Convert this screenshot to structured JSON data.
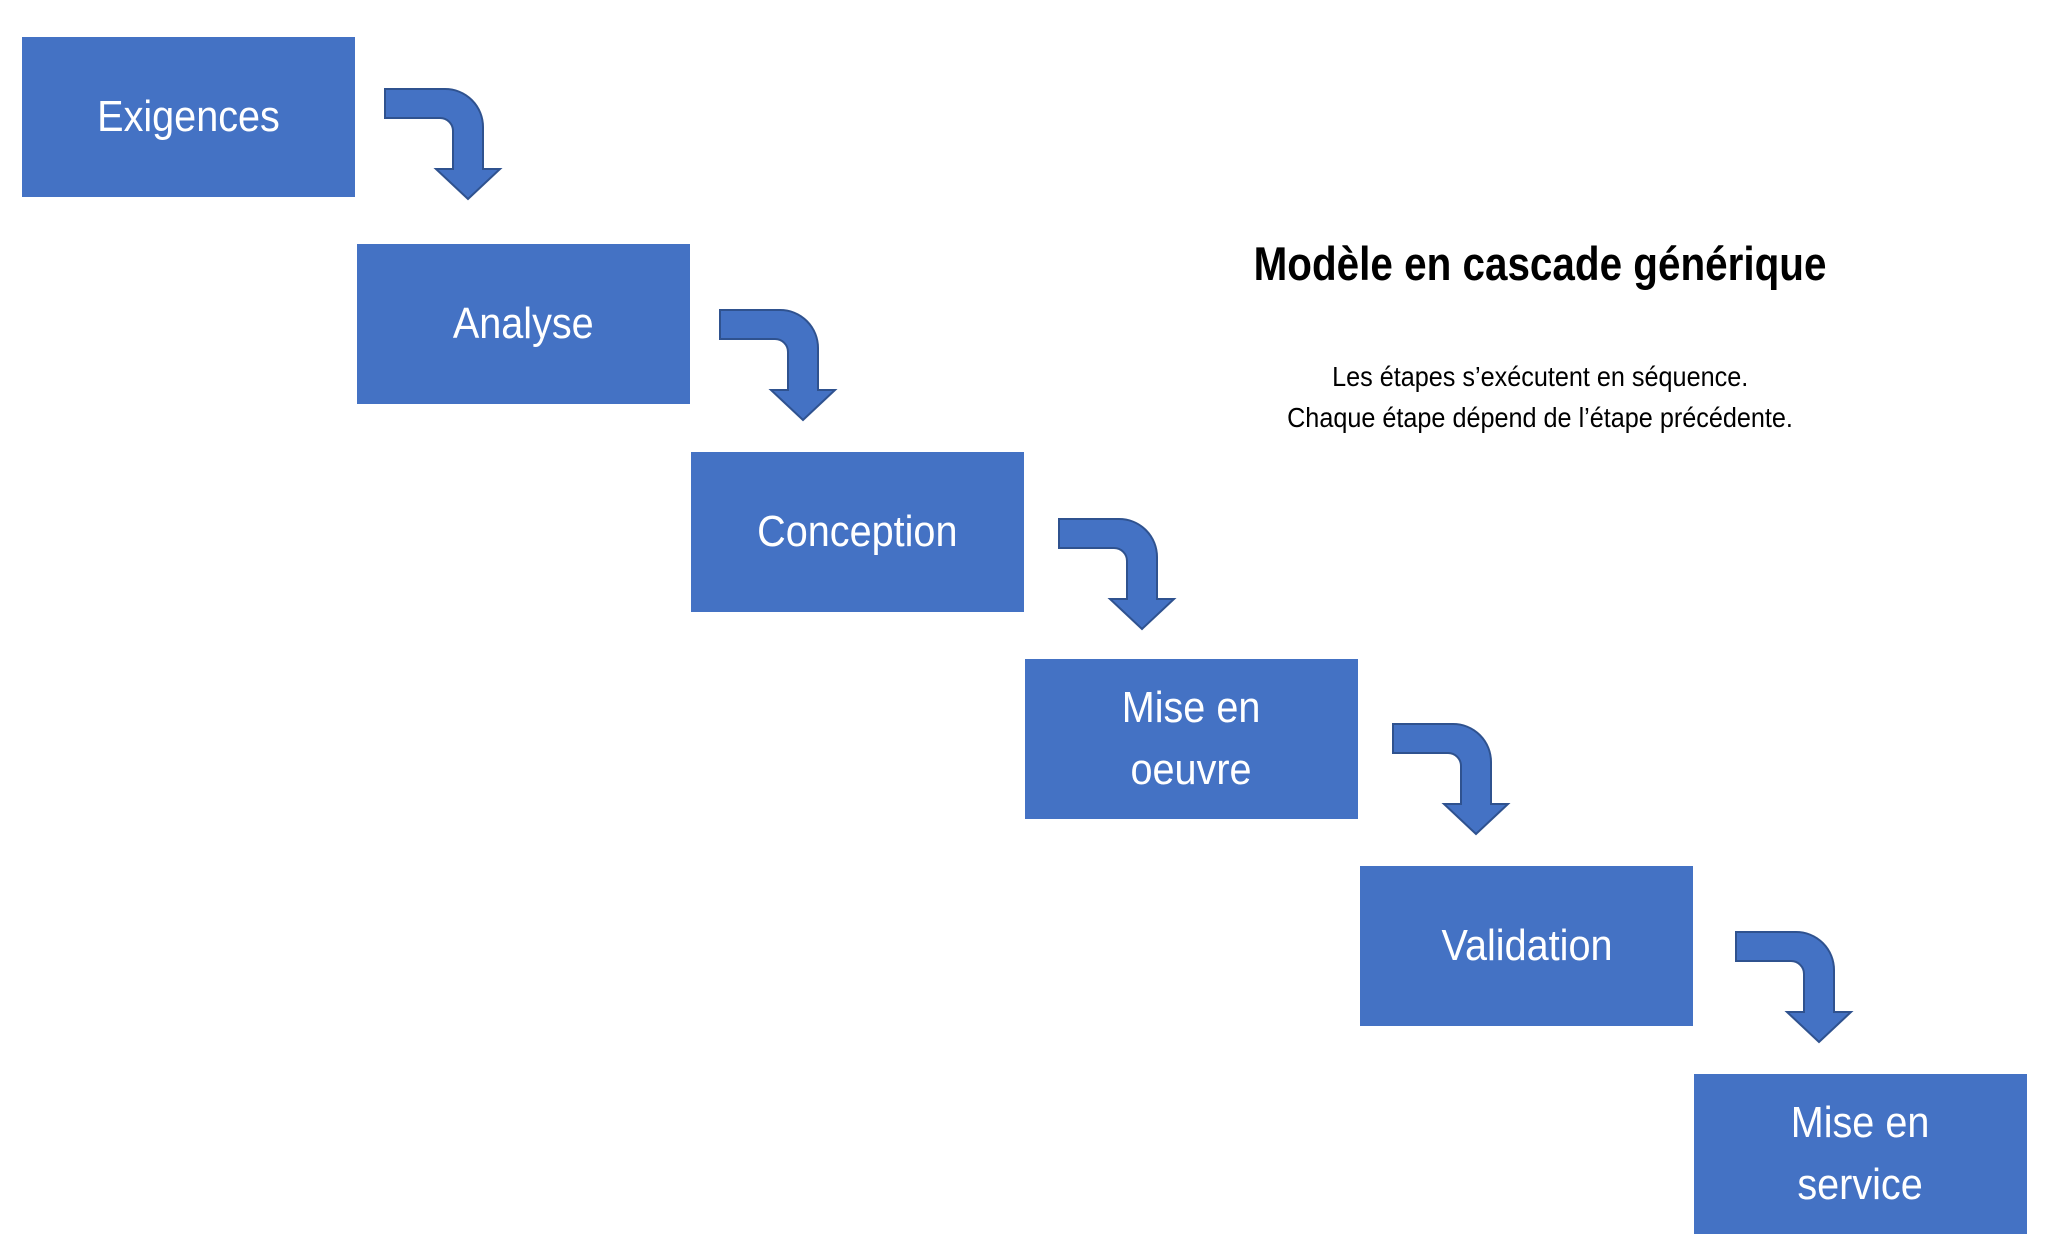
{
  "diagram": {
    "title": "Modèle en cascade générique",
    "description_lines": [
      "Les étapes s’exécutent en séquence.",
      "Chaque étape dépend de l’étape précédente."
    ],
    "stages": [
      {
        "label": "Exigences"
      },
      {
        "label": "Analyse"
      },
      {
        "label": "Conception"
      },
      {
        "label": "Mise en\noeuvre"
      },
      {
        "label": "Validation"
      },
      {
        "label": "Mise en\nservice"
      }
    ],
    "connectors": [
      {
        "from": "Exigences",
        "to": "Analyse",
        "icon": "curved-arrow-down-icon"
      },
      {
        "from": "Analyse",
        "to": "Conception",
        "icon": "curved-arrow-down-icon"
      },
      {
        "from": "Conception",
        "to": "Mise en oeuvre",
        "icon": "curved-arrow-down-icon"
      },
      {
        "from": "Mise en oeuvre",
        "to": "Validation",
        "icon": "curved-arrow-down-icon"
      },
      {
        "from": "Validation",
        "to": "Mise en service",
        "icon": "curved-arrow-down-icon"
      }
    ],
    "colors": {
      "box_fill": "#4472C4",
      "box_text": "#FFFFFF",
      "arrow_fill": "#4472C4",
      "arrow_outline": "#2F528F",
      "text": "#000000"
    }
  }
}
